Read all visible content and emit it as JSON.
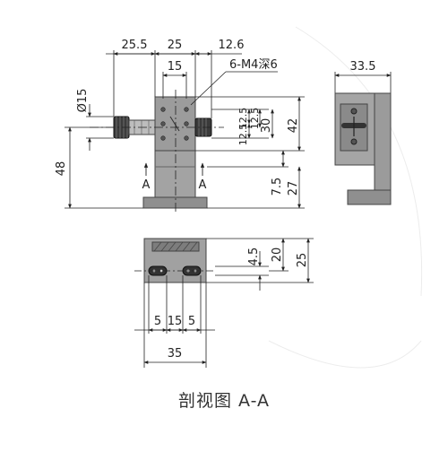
{
  "dimensions": {
    "top_left": "25.5",
    "top_mid": "25",
    "top_right": "12.6",
    "inner_15": "15",
    "hole_callout": "6-M4深6",
    "dia_15": "Ø15",
    "h_48": "48",
    "h_12_5_a": "12.5",
    "h_12_5_b": "12.5",
    "h_12_5_c": "12.5",
    "h_30": "30",
    "h_42": "42",
    "h_7_5": "7.5",
    "h_27": "27",
    "side_33_5": "33.5",
    "plan_4_5": "4.5",
    "plan_20": "20",
    "plan_25": "25",
    "plan_5a": "5",
    "plan_15": "15",
    "plan_5b": "5",
    "plan_35": "35"
  },
  "section_marks": {
    "left": "A",
    "right": "A"
  },
  "caption": "剖视图 A-A",
  "colors": {
    "metal": "#9a9a9a",
    "metal_dark": "#6f6f6f",
    "outline": "#333333",
    "line": "#222222",
    "knob": "#3c3c3c"
  }
}
